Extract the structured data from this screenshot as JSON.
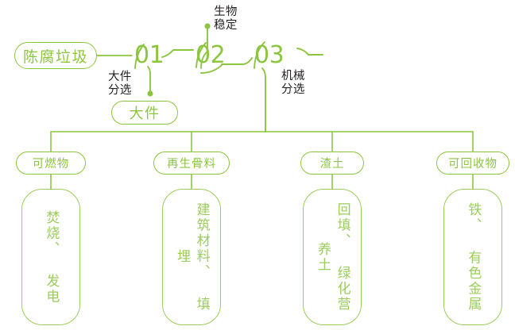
{
  "theme": {
    "green": "#8CC63F",
    "green_light": "#9ACD5B",
    "dark_text": "#231f20",
    "background": "#ffffff"
  },
  "diagram": {
    "type": "process-flow",
    "title_node": {
      "label": "陈腐垃圾"
    },
    "stages": [
      {
        "id": "stage-01",
        "number": "01",
        "annotation": "大件\n分选",
        "output": "大件"
      },
      {
        "id": "stage-02",
        "number": "02",
        "annotation": "生物\n稳定",
        "output": ""
      },
      {
        "id": "stage-03",
        "number": "03",
        "annotation": "机械\n分选",
        "output": ""
      }
    ],
    "branch_node": {
      "label": "大件"
    },
    "outputs": [
      {
        "category": "可燃物",
        "destination": "焚烧、 发电"
      },
      {
        "category": "再生骨料",
        "destination": "建筑材料、 填埋"
      },
      {
        "category": "渣土",
        "destination": "回填、 绿化营养土"
      },
      {
        "category": "可回收物",
        "destination": "铁、 有色金属"
      }
    ]
  }
}
